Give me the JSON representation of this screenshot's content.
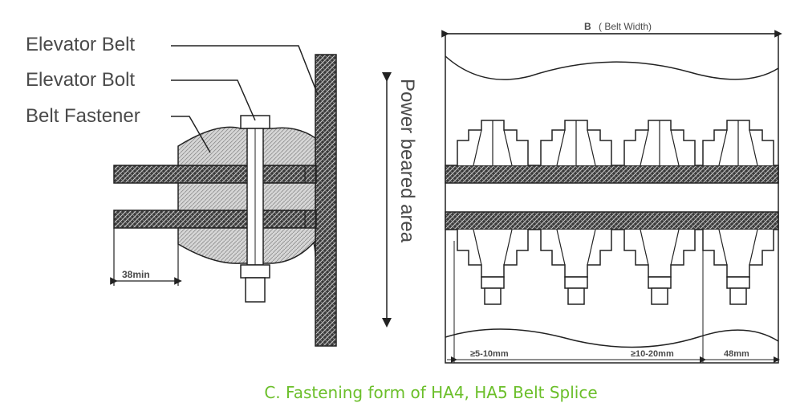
{
  "left_view": {
    "labels": [
      "Elevator Belt",
      "Elevator Bolt",
      "Belt Fastener"
    ],
    "dim_min": "38min"
  },
  "side_label": "Power beared area",
  "right_view": {
    "width_symbol": "B",
    "width_label": "( Belt Width)",
    "dim_1": "≥5-10mm",
    "dim_2": "≥10-20mm",
    "dim_3": "48mm"
  },
  "caption": "C. Fastening form of HA4, HA5 Belt Splice",
  "colors": {
    "caption": "#6bbf2a",
    "line": "#222222",
    "label": "#4a4a4a"
  }
}
